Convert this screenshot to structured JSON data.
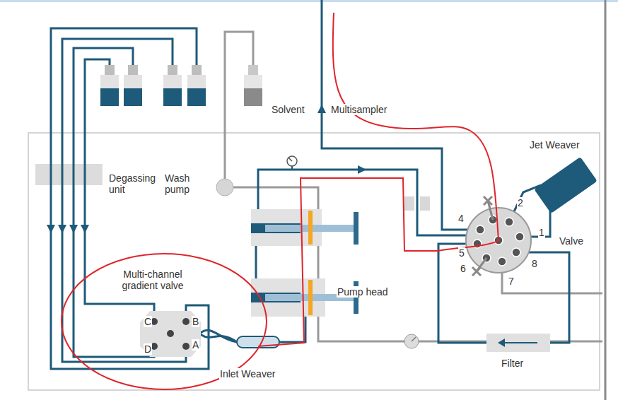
{
  "diagram": {
    "labels": [
      "Solvent",
      "Multisampler",
      "Jet Weaver",
      "Degassing unit",
      "Wash pump",
      "2",
      "4",
      "1",
      "Valve",
      "5",
      "Pump head",
      "6",
      "8",
      "7",
      "Multi-channel gradient valve",
      "C",
      "B",
      "D",
      "A",
      "Filter",
      "Inlet Weaver"
    ]
  }
}
